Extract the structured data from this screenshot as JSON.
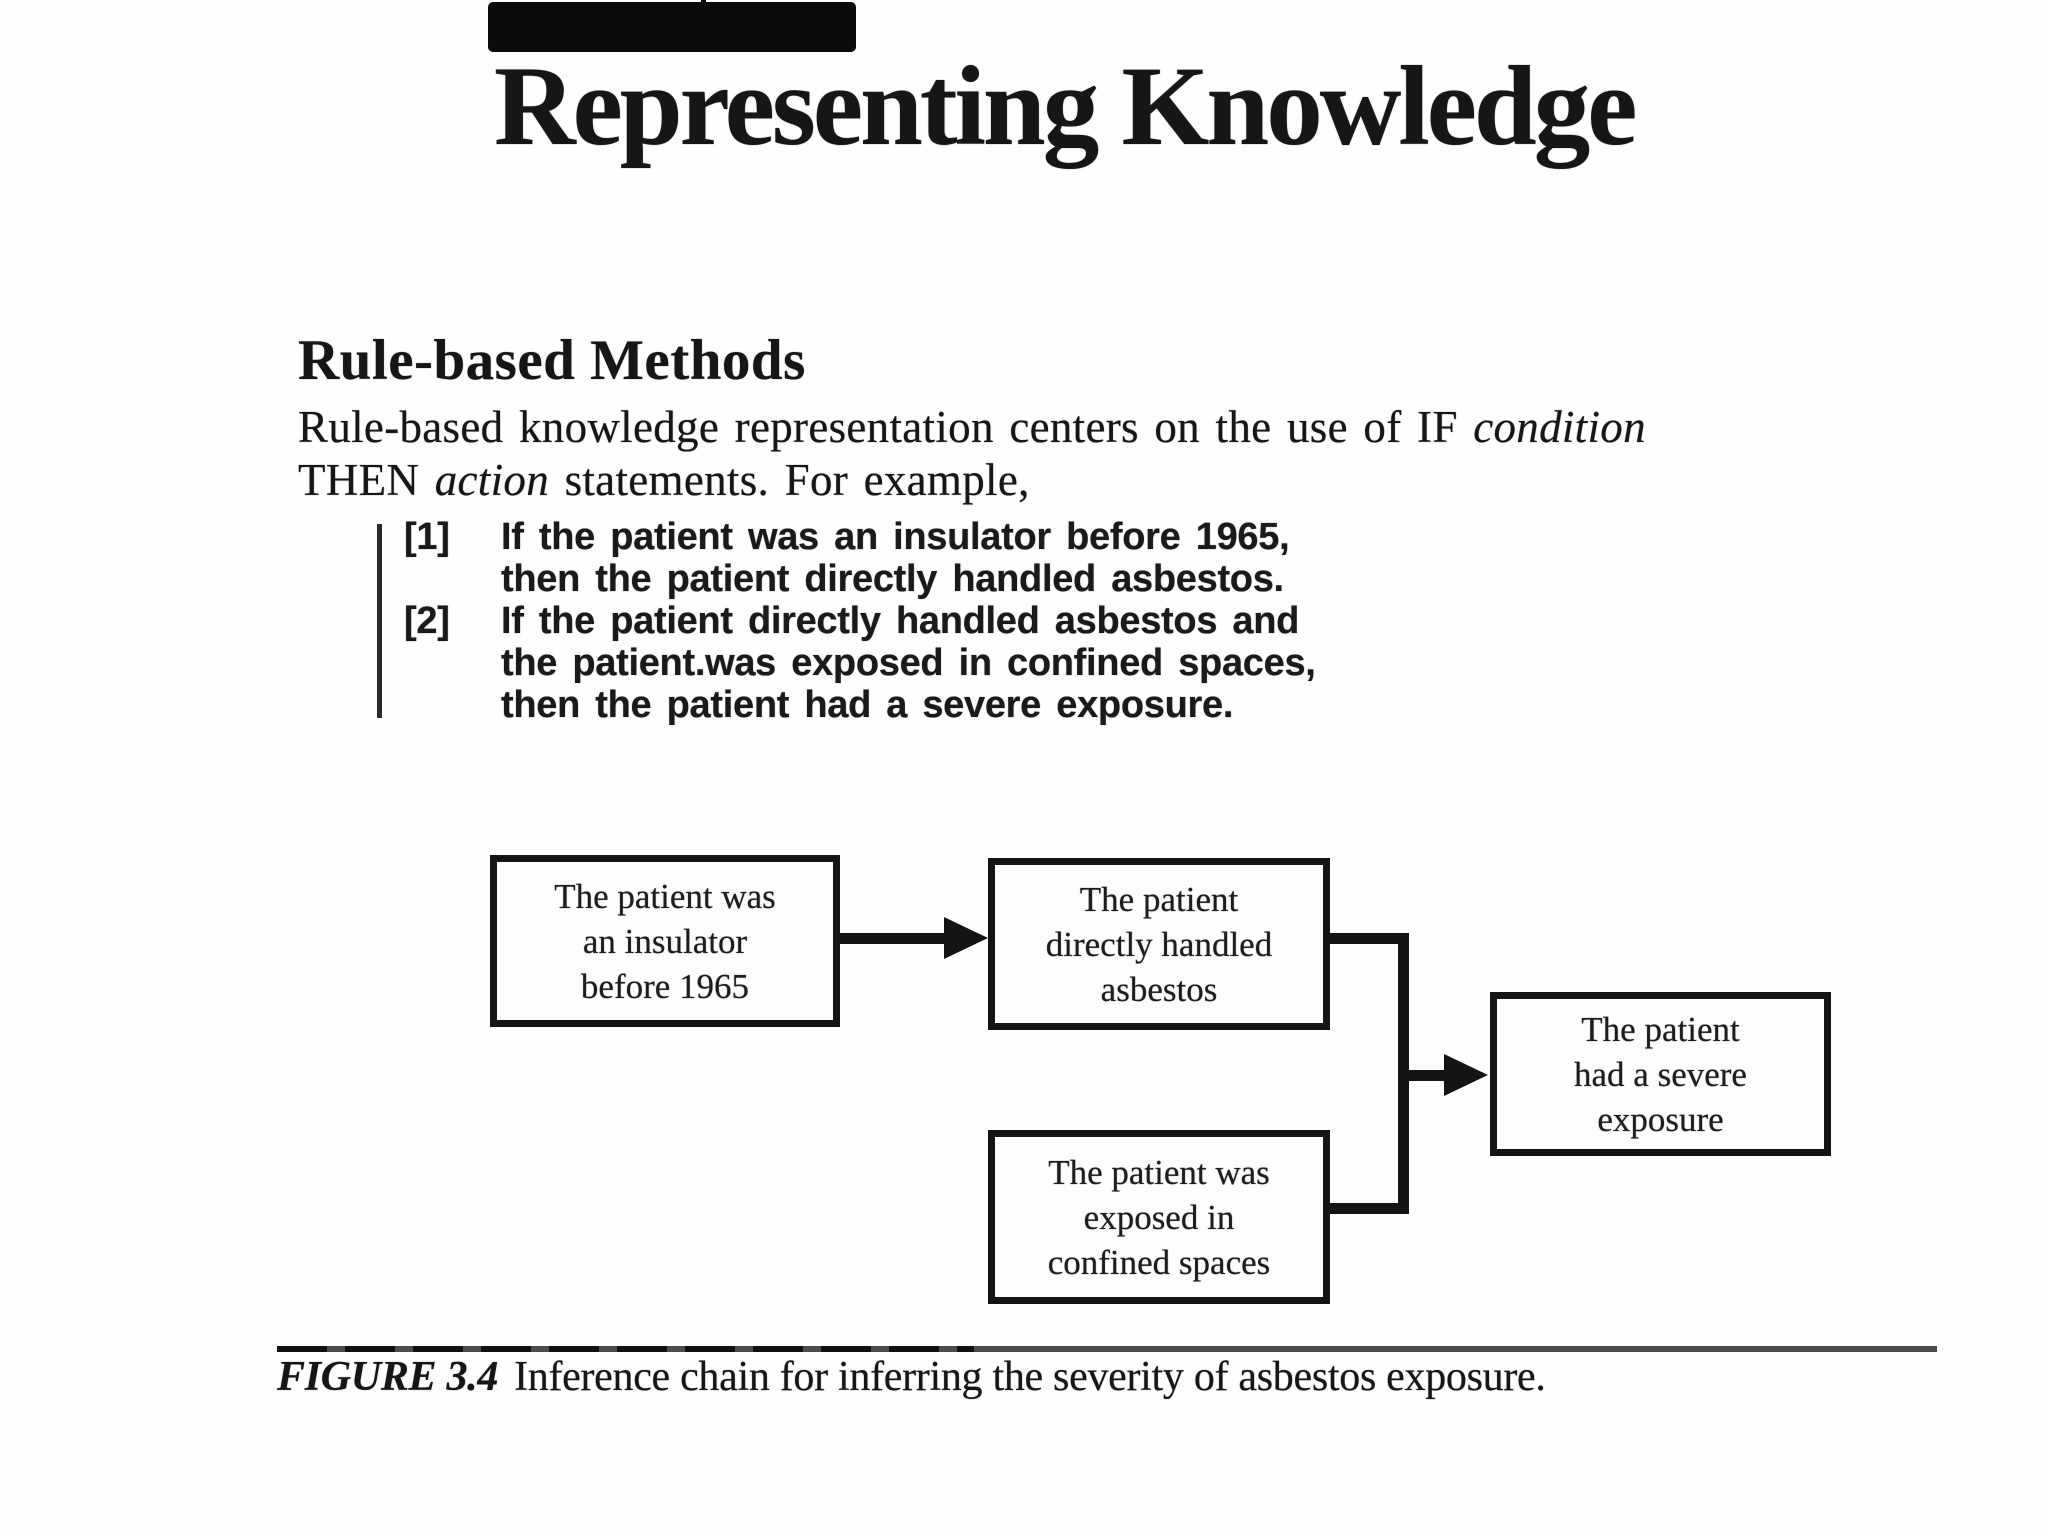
{
  "title": "Representing Knowledge",
  "section": {
    "heading": "Rule-based Methods",
    "intro": {
      "l1_a": "Rule-based knowledge representation centers on the use of IF ",
      "l1_em": "condition",
      "l2_a": "THEN ",
      "l2_em": "action",
      "l2_b": " statements. For example,"
    },
    "rules": [
      {
        "label": "[1]",
        "lines": [
          "If the patient was an insulator before 1965,",
          "then the patient directly handled asbestos."
        ]
      },
      {
        "label": "[2]",
        "lines": [
          "If the patient directly handled asbestos and",
          "the patient.was exposed in confined spaces,",
          "then the patient had a severe exposure."
        ]
      }
    ]
  },
  "figure": {
    "boxes": {
      "insulator": [
        "The patient was",
        "an insulator",
        "before 1965"
      ],
      "asbestos": [
        "The patient",
        "directly handled",
        "asbestos"
      ],
      "confined": [
        "The patient was",
        "exposed in",
        "confined spaces"
      ],
      "severe": [
        "The patient",
        "had a severe",
        "exposure"
      ]
    },
    "caption_label": "FIGURE 3.4",
    "caption_text": "Inference chain for inferring the severity of asbestos exposure."
  }
}
